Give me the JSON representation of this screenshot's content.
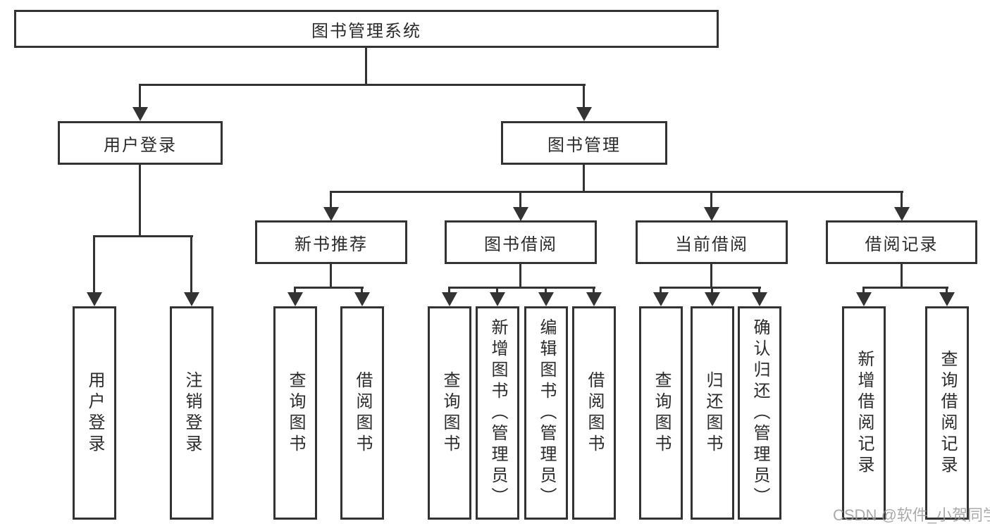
{
  "root": {
    "label": "图书管理系统"
  },
  "branches": [
    {
      "label": "用户登录",
      "children": [
        {
          "label": "用户登录"
        },
        {
          "label": "注销登录"
        }
      ]
    },
    {
      "label": "图书管理",
      "children": [
        {
          "label": "新书推荐",
          "children": [
            {
              "label": "查询图书"
            },
            {
              "label": "借阅图书"
            }
          ]
        },
        {
          "label": "图书借阅",
          "children": [
            {
              "label": "查询图书"
            },
            {
              "label": "新增图书（管理员）"
            },
            {
              "label": "编辑图书（管理员）"
            },
            {
              "label": "借阅图书"
            }
          ]
        },
        {
          "label": "当前借阅",
          "children": [
            {
              "label": "查询图书"
            },
            {
              "label": "归还图书"
            },
            {
              "label": "确认归还（管理员）"
            }
          ]
        },
        {
          "label": "借阅记录",
          "children": [
            {
              "label": "新增借阅记录"
            },
            {
              "label": "查询借阅记录"
            }
          ]
        }
      ]
    }
  ],
  "watermark": {
    "label": "CSDN @软件_小贺同学"
  },
  "colors": {
    "line": "#333333",
    "text": "#2b2b2b",
    "canvas": "#ffffff",
    "watermark": "#9c9c9c"
  }
}
